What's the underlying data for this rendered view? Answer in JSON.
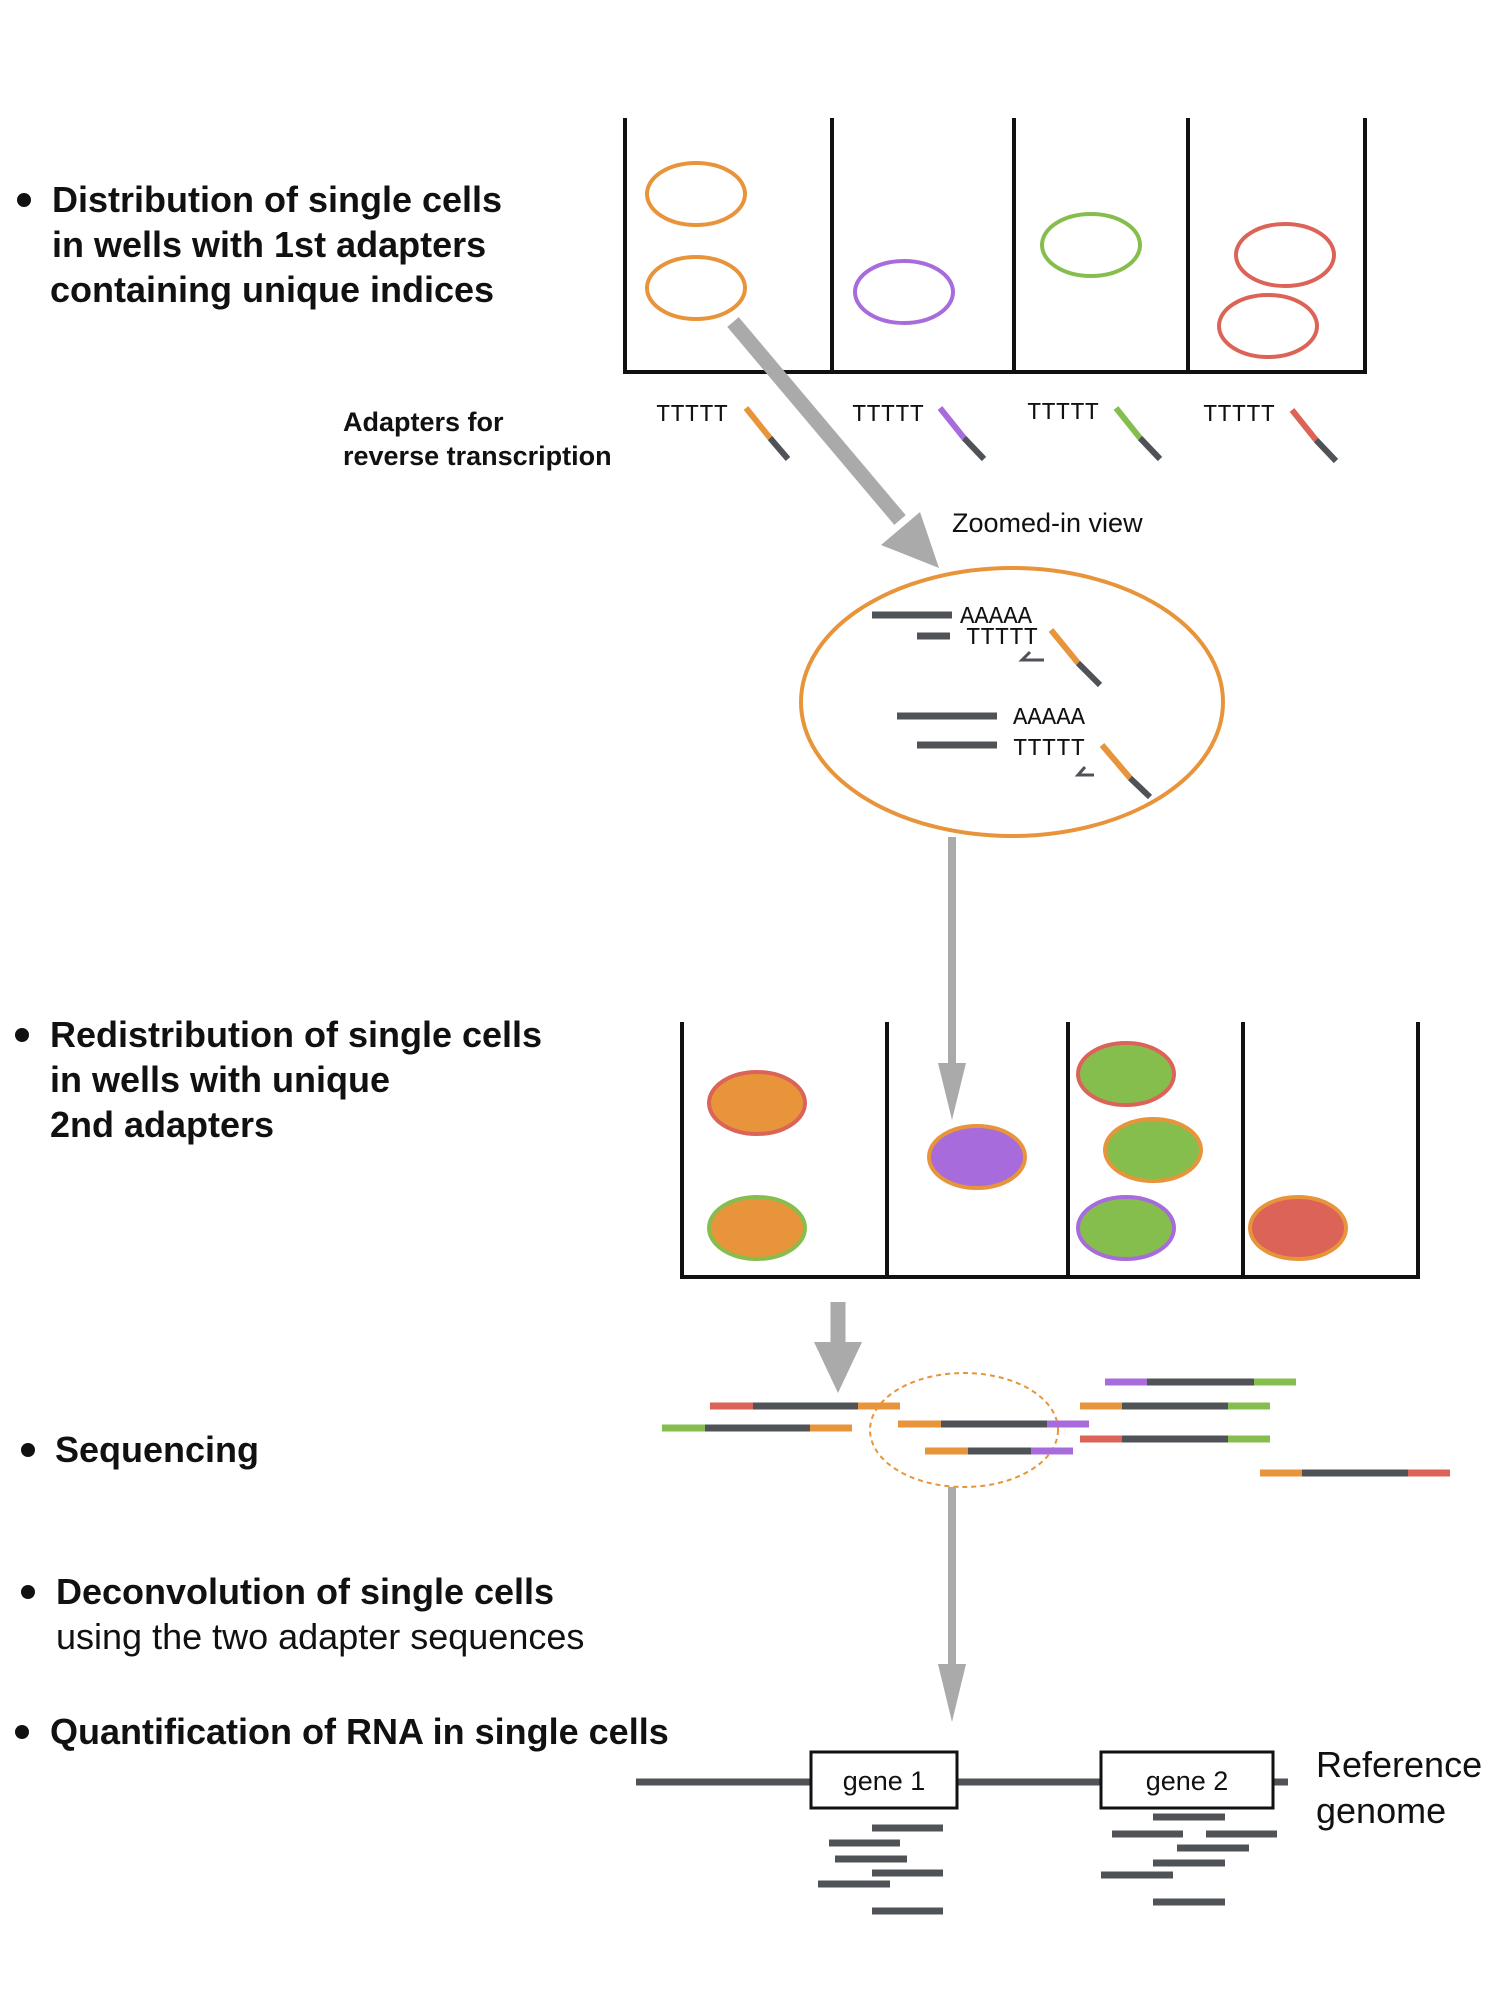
{
  "steps": {
    "distribution": [
      "Distribution of single cells",
      "in wells with 1st adapters",
      "containing unique indices"
    ],
    "redistribution": [
      "Redistribution of single cells",
      "in wells with unique",
      "2nd adapters"
    ],
    "sequencing": "Sequencing",
    "deconvolution": [
      "Deconvolution of single cells",
      "using the two adapter sequences"
    ],
    "quantification": "Quantification of RNA in single cells"
  },
  "labels": {
    "adapters": [
      "Adapters for",
      "reverse transcription"
    ],
    "zoomed_view": "Zoomed-in view",
    "polyA": "AAAAA",
    "polyT": "TTTTT",
    "gene1": "gene 1",
    "gene2": "gene 2",
    "reference": [
      "Reference",
      "genome"
    ]
  },
  "colors": {
    "orange": "#E8943A",
    "purple": "#A86BDB",
    "green": "#86BE4E",
    "red": "#DB6358",
    "dark": "#4F5357",
    "arrow": "#AAAAAA",
    "black": "#111111"
  },
  "plate1_cells": [
    {
      "well": 1,
      "color": "orange"
    },
    {
      "well": 1,
      "color": "orange"
    },
    {
      "well": 2,
      "color": "purple"
    },
    {
      "well": 3,
      "color": "green"
    },
    {
      "well": 4,
      "color": "red"
    },
    {
      "well": 4,
      "color": "red"
    }
  ],
  "plate1_adapters": [
    "orange",
    "purple",
    "green",
    "red"
  ],
  "plate2_cells": [
    {
      "well": 1,
      "fill": "orange",
      "outline": "red"
    },
    {
      "well": 1,
      "fill": "orange",
      "outline": "green"
    },
    {
      "well": 2,
      "fill": "purple",
      "outline": "orange"
    },
    {
      "well": 3,
      "fill": "green",
      "outline": "red"
    },
    {
      "well": 3,
      "fill": "green",
      "outline": "orange"
    },
    {
      "well": 3,
      "fill": "green",
      "outline": "purple"
    },
    {
      "well": 4,
      "fill": "red",
      "outline": "orange"
    }
  ],
  "sequencing_reads": [
    [
      "purple",
      "dark",
      "green"
    ],
    [
      "red",
      "dark",
      "orange"
    ],
    [
      "orange",
      "dark",
      "green"
    ],
    [
      "green",
      "dark",
      "orange"
    ],
    [
      "orange",
      "dark",
      "purple"
    ],
    [
      "red",
      "dark",
      "green"
    ],
    [
      "orange",
      "dark",
      "purple"
    ],
    [
      "orange",
      "dark",
      "red"
    ]
  ]
}
